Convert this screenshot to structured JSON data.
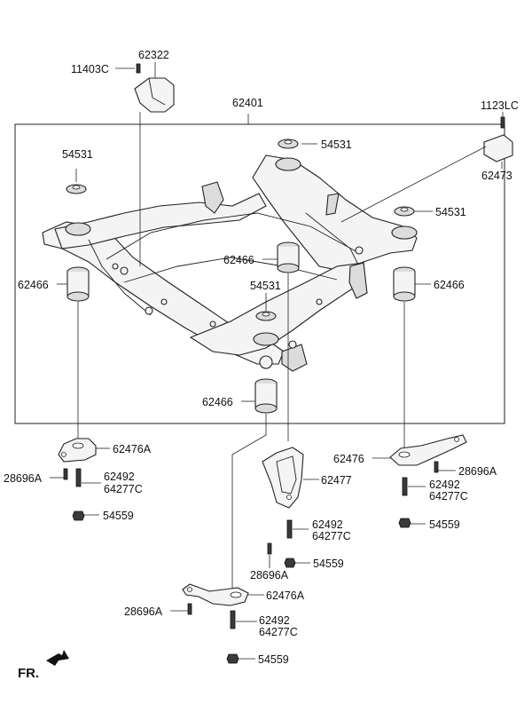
{
  "diagram": {
    "labels": {
      "p11403C": "11403C",
      "p62322": "62322",
      "p62401": "62401",
      "p1123LC": "1123LC",
      "p62473": "62473",
      "p54531_a": "54531",
      "p54531_b": "54531",
      "p54531_c": "54531",
      "p54531_d": "54531",
      "p62466_a": "62466",
      "p62466_b": "62466",
      "p62466_c": "62466",
      "p62466_d": "62466",
      "p62476A_left": "62476A",
      "p28696A_left": "28696A",
      "p62492_left": "62492",
      "p64277C_left": "64277C",
      "p54559_left": "54559",
      "p62477": "62477",
      "p62492_mid": "62492",
      "p64277C_mid": "64277C",
      "p28696A_mid": "28696A",
      "p54559_mid": "54559",
      "p62476": "62476",
      "p28696A_right": "28696A",
      "p62492_right": "62492",
      "p64277C_right": "64277C",
      "p54559_right": "54559",
      "p62476A_bottom": "62476A",
      "p28696A_bottom": "28696A",
      "p62492_bottom": "62492",
      "p64277C_bottom": "64277C",
      "p54559_bottom": "54559",
      "fr": "FR."
    }
  }
}
